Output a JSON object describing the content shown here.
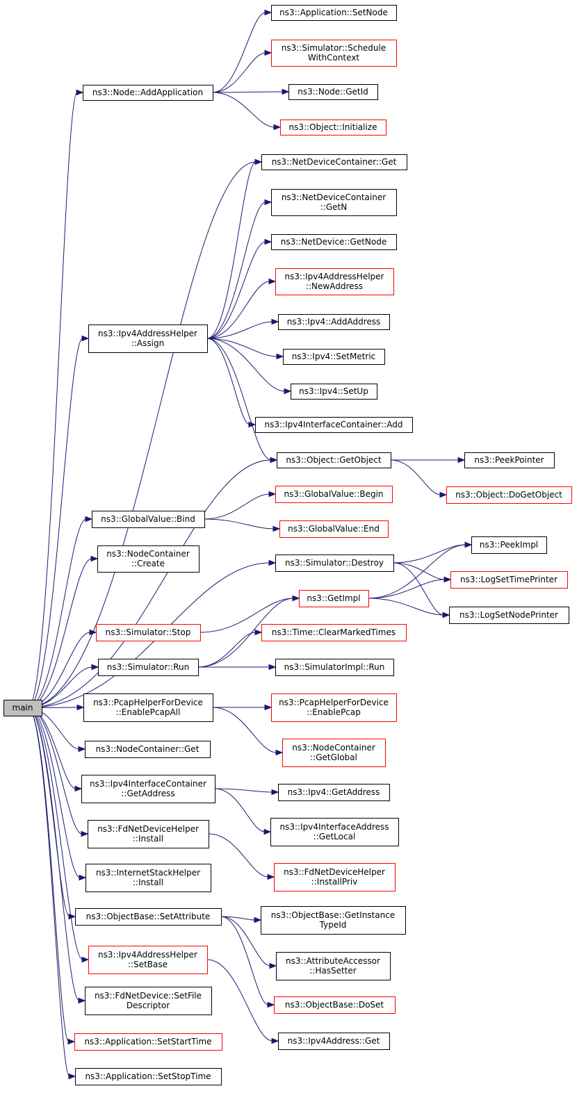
{
  "colors": {
    "edge": "#191970",
    "border_normal": "#000000",
    "border_incomplete": "#ff0000",
    "fill_root": "#bfbfbf",
    "fill_node": "#ffffff"
  },
  "nodes": [
    {
      "id": "main",
      "lines": [
        "main"
      ],
      "style": "root"
    },
    {
      "id": "n_addapp",
      "lines": [
        "ns3::Node::AddApplication"
      ],
      "style": "normal"
    },
    {
      "id": "n_appsetnode",
      "lines": [
        "ns3::Application::SetNode"
      ],
      "style": "normal"
    },
    {
      "id": "n_schedctx",
      "lines": [
        "ns3::Simulator::Schedule",
        "WithContext"
      ],
      "style": "incomplete"
    },
    {
      "id": "n_nodegetid",
      "lines": [
        "ns3::Node::GetId"
      ],
      "style": "normal"
    },
    {
      "id": "n_objinit",
      "lines": [
        "ns3::Object::Initialize"
      ],
      "style": "incomplete"
    },
    {
      "id": "n_ndcget",
      "lines": [
        "ns3::NetDeviceContainer::Get"
      ],
      "style": "normal"
    },
    {
      "id": "n_ndcgetn",
      "lines": [
        "ns3::NetDeviceContainer",
        "::GetN"
      ],
      "style": "normal"
    },
    {
      "id": "n_ndgetnode",
      "lines": [
        "ns3::NetDevice::GetNode"
      ],
      "style": "normal"
    },
    {
      "id": "n_newaddr",
      "lines": [
        "ns3::Ipv4AddressHelper",
        "::NewAddress"
      ],
      "style": "incomplete"
    },
    {
      "id": "n_assign",
      "lines": [
        "ns3::Ipv4AddressHelper",
        "::Assign"
      ],
      "style": "normal"
    },
    {
      "id": "n_addaddr",
      "lines": [
        "ns3::Ipv4::AddAddress"
      ],
      "style": "normal"
    },
    {
      "id": "n_setmetric",
      "lines": [
        "ns3::Ipv4::SetMetric"
      ],
      "style": "normal"
    },
    {
      "id": "n_setup",
      "lines": [
        "ns3::Ipv4::SetUp"
      ],
      "style": "normal"
    },
    {
      "id": "n_iicadd",
      "lines": [
        "ns3::Ipv4InterfaceContainer::Add"
      ],
      "style": "normal"
    },
    {
      "id": "n_getobject",
      "lines": [
        "ns3::Object::GetObject"
      ],
      "style": "normal"
    },
    {
      "id": "n_peekptr",
      "lines": [
        "ns3::PeekPointer"
      ],
      "style": "normal"
    },
    {
      "id": "n_dogetobj",
      "lines": [
        "ns3::Object::DoGetObject"
      ],
      "style": "incomplete"
    },
    {
      "id": "n_gvbind",
      "lines": [
        "ns3::GlobalValue::Bind"
      ],
      "style": "normal"
    },
    {
      "id": "n_gvbegin",
      "lines": [
        "ns3::GlobalValue::Begin"
      ],
      "style": "incomplete"
    },
    {
      "id": "n_gvend",
      "lines": [
        "ns3::GlobalValue::End"
      ],
      "style": "incomplete"
    },
    {
      "id": "n_nccreate",
      "lines": [
        "ns3::NodeContainer",
        "::Create"
      ],
      "style": "normal"
    },
    {
      "id": "n_simdestroy",
      "lines": [
        "ns3::Simulator::Destroy"
      ],
      "style": "normal"
    },
    {
      "id": "n_peekimpl",
      "lines": [
        "ns3::PeekImpl"
      ],
      "style": "normal"
    },
    {
      "id": "n_logtime",
      "lines": [
        "ns3::LogSetTimePrinter"
      ],
      "style": "incomplete"
    },
    {
      "id": "n_getimpl",
      "lines": [
        "ns3::GetImpl"
      ],
      "style": "incomplete"
    },
    {
      "id": "n_lognode",
      "lines": [
        "ns3::LogSetNodePrinter"
      ],
      "style": "normal"
    },
    {
      "id": "n_simstop",
      "lines": [
        "ns3::Simulator::Stop"
      ],
      "style": "incomplete"
    },
    {
      "id": "n_clearmarked",
      "lines": [
        "ns3::Time::ClearMarkedTimes"
      ],
      "style": "incomplete"
    },
    {
      "id": "n_simrun",
      "lines": [
        "ns3::Simulator::Run"
      ],
      "style": "normal"
    },
    {
      "id": "n_simimplrun",
      "lines": [
        "ns3::SimulatorImpl::Run"
      ],
      "style": "normal"
    },
    {
      "id": "n_pcapall",
      "lines": [
        "ns3::PcapHelperForDevice",
        "::EnablePcapAll"
      ],
      "style": "normal"
    },
    {
      "id": "n_pcap",
      "lines": [
        "ns3::PcapHelperForDevice",
        "::EnablePcap"
      ],
      "style": "incomplete"
    },
    {
      "id": "n_ncglobal",
      "lines": [
        "ns3::NodeContainer",
        "::GetGlobal"
      ],
      "style": "incomplete"
    },
    {
      "id": "n_ncget",
      "lines": [
        "ns3::NodeContainer::Get"
      ],
      "style": "normal"
    },
    {
      "id": "n_iicgetaddr",
      "lines": [
        "ns3::Ipv4InterfaceContainer",
        "::GetAddress"
      ],
      "style": "normal"
    },
    {
      "id": "n_ipv4getaddr",
      "lines": [
        "ns3::Ipv4::GetAddress"
      ],
      "style": "normal"
    },
    {
      "id": "n_iiagetlocal",
      "lines": [
        "ns3::Ipv4InterfaceAddress",
        "::GetLocal"
      ],
      "style": "normal"
    },
    {
      "id": "n_fdinstall",
      "lines": [
        "ns3::FdNetDeviceHelper",
        "::Install"
      ],
      "style": "normal"
    },
    {
      "id": "n_fdinstallpriv",
      "lines": [
        "ns3::FdNetDeviceHelper",
        "::InstallPriv"
      ],
      "style": "incomplete"
    },
    {
      "id": "n_ishinstall",
      "lines": [
        "ns3::InternetStackHelper",
        "::Install"
      ],
      "style": "normal"
    },
    {
      "id": "n_obsetattr",
      "lines": [
        "ns3::ObjectBase::SetAttribute"
      ],
      "style": "normal"
    },
    {
      "id": "n_obgettid",
      "lines": [
        "ns3::ObjectBase::GetInstance",
        "TypeId"
      ],
      "style": "normal"
    },
    {
      "id": "n_hassetter",
      "lines": [
        "ns3::AttributeAccessor",
        "::HasSetter"
      ],
      "style": "normal"
    },
    {
      "id": "n_obdoset",
      "lines": [
        "ns3::ObjectBase::DoSet"
      ],
      "style": "incomplete"
    },
    {
      "id": "n_setbase",
      "lines": [
        "ns3::Ipv4AddressHelper",
        "::SetBase"
      ],
      "style": "incomplete"
    },
    {
      "id": "n_ipv4addrget",
      "lines": [
        "ns3::Ipv4Address::Get"
      ],
      "style": "normal"
    },
    {
      "id": "n_fdsetfd",
      "lines": [
        "ns3::FdNetDevice::SetFile",
        "Descriptor"
      ],
      "style": "normal"
    },
    {
      "id": "n_setstart",
      "lines": [
        "ns3::Application::SetStartTime"
      ],
      "style": "incomplete"
    },
    {
      "id": "n_setstop",
      "lines": [
        "ns3::Application::SetStopTime"
      ],
      "style": "normal"
    }
  ],
  "edges": [
    [
      "main",
      "n_addapp"
    ],
    [
      "n_addapp",
      "n_appsetnode"
    ],
    [
      "n_addapp",
      "n_schedctx"
    ],
    [
      "n_addapp",
      "n_nodegetid"
    ],
    [
      "n_addapp",
      "n_objinit"
    ],
    [
      "main",
      "n_ndcget"
    ],
    [
      "main",
      "n_assign"
    ],
    [
      "n_assign",
      "n_ndcget"
    ],
    [
      "n_assign",
      "n_ndcgetn"
    ],
    [
      "n_assign",
      "n_ndgetnode"
    ],
    [
      "n_assign",
      "n_newaddr"
    ],
    [
      "n_assign",
      "n_addaddr"
    ],
    [
      "n_assign",
      "n_setmetric"
    ],
    [
      "n_assign",
      "n_setup"
    ],
    [
      "n_assign",
      "n_iicadd"
    ],
    [
      "n_assign",
      "n_getobject"
    ],
    [
      "main",
      "n_getobject"
    ],
    [
      "n_getobject",
      "n_peekptr"
    ],
    [
      "n_getobject",
      "n_dogetobj"
    ],
    [
      "main",
      "n_gvbind"
    ],
    [
      "n_gvbind",
      "n_gvbegin"
    ],
    [
      "n_gvbind",
      "n_gvend"
    ],
    [
      "main",
      "n_nccreate"
    ],
    [
      "main",
      "n_simdestroy"
    ],
    [
      "n_simdestroy",
      "n_peekimpl"
    ],
    [
      "n_simdestroy",
      "n_logtime"
    ],
    [
      "n_simdestroy",
      "n_lognode"
    ],
    [
      "n_getimpl",
      "n_peekimpl"
    ],
    [
      "n_getimpl",
      "n_logtime"
    ],
    [
      "n_getimpl",
      "n_lognode"
    ],
    [
      "main",
      "n_simstop"
    ],
    [
      "n_simstop",
      "n_getimpl"
    ],
    [
      "main",
      "n_simrun"
    ],
    [
      "n_simrun",
      "n_getimpl"
    ],
    [
      "n_simrun",
      "n_clearmarked"
    ],
    [
      "n_simrun",
      "n_simimplrun"
    ],
    [
      "main",
      "n_pcapall"
    ],
    [
      "n_pcapall",
      "n_pcap"
    ],
    [
      "n_pcapall",
      "n_ncglobal"
    ],
    [
      "main",
      "n_ncget"
    ],
    [
      "main",
      "n_iicgetaddr"
    ],
    [
      "n_iicgetaddr",
      "n_ipv4getaddr"
    ],
    [
      "n_iicgetaddr",
      "n_iiagetlocal"
    ],
    [
      "main",
      "n_fdinstall"
    ],
    [
      "n_fdinstall",
      "n_fdinstallpriv"
    ],
    [
      "main",
      "n_ishinstall"
    ],
    [
      "main",
      "n_obsetattr"
    ],
    [
      "n_obsetattr",
      "n_obgettid"
    ],
    [
      "n_obsetattr",
      "n_hassetter"
    ],
    [
      "n_obsetattr",
      "n_obdoset"
    ],
    [
      "main",
      "n_setbase"
    ],
    [
      "n_setbase",
      "n_ipv4addrget"
    ],
    [
      "main",
      "n_fdsetfd"
    ],
    [
      "main",
      "n_setstart"
    ],
    [
      "main",
      "n_setstop"
    ]
  ]
}
